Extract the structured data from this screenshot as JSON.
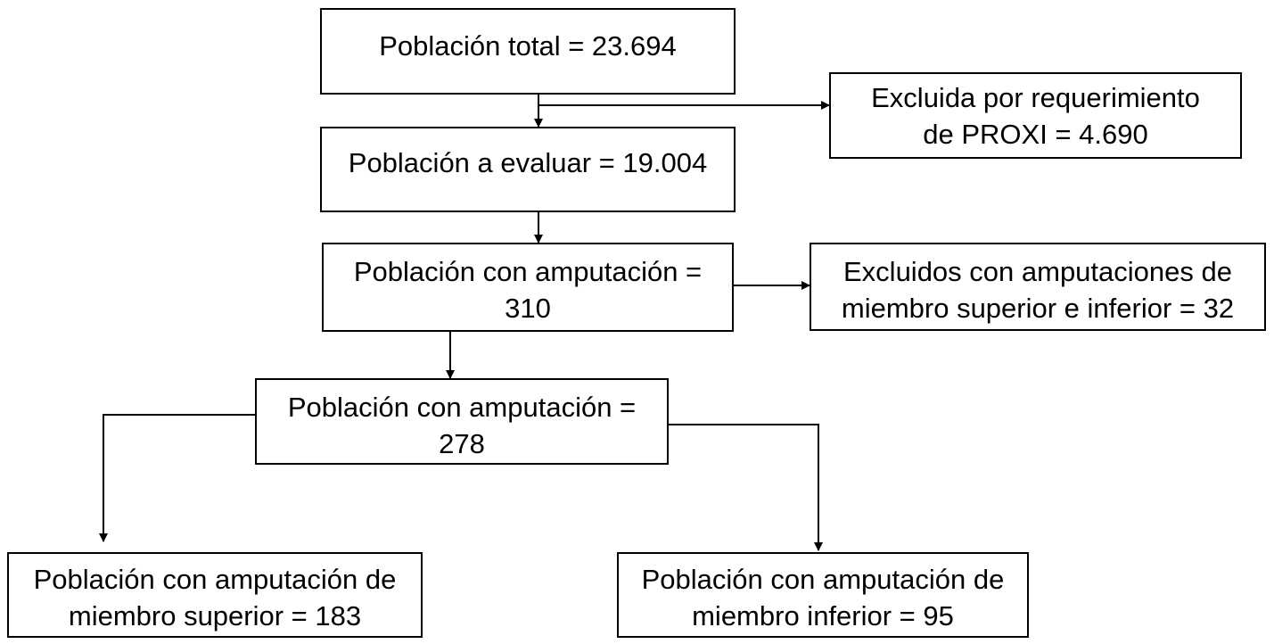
{
  "flowchart": {
    "nodes": {
      "total": {
        "lines": [
          "Población total = 23.694"
        ]
      },
      "excluded_proxi": {
        "lines": [
          "Excluida por requerimiento",
          "de PROXI = 4.690"
        ]
      },
      "to_evaluate": {
        "lines": [
          "Población a evaluar = 19.004"
        ]
      },
      "amputation_310": {
        "lines": [
          "Población con amputación =",
          "310"
        ]
      },
      "excluded_both_limbs": {
        "lines": [
          "Excluidos con amputaciones de",
          "miembro superior e inferior = 32"
        ]
      },
      "amputation_278": {
        "lines": [
          "Población con amputación =",
          "278"
        ]
      },
      "upper_limb": {
        "lines": [
          "Población con amputación de",
          "miembro superior = 183"
        ]
      },
      "lower_limb": {
        "lines": [
          "Población con amputación de",
          "miembro inferior = 95"
        ]
      }
    },
    "edges": [
      {
        "from": "total",
        "to": "to_evaluate"
      },
      {
        "from": "total",
        "to": "excluded_proxi"
      },
      {
        "from": "to_evaluate",
        "to": "amputation_310"
      },
      {
        "from": "amputation_310",
        "to": "excluded_both_limbs"
      },
      {
        "from": "amputation_310",
        "to": "amputation_278"
      },
      {
        "from": "amputation_278",
        "to": "upper_limb"
      },
      {
        "from": "amputation_278",
        "to": "lower_limb"
      }
    ]
  }
}
